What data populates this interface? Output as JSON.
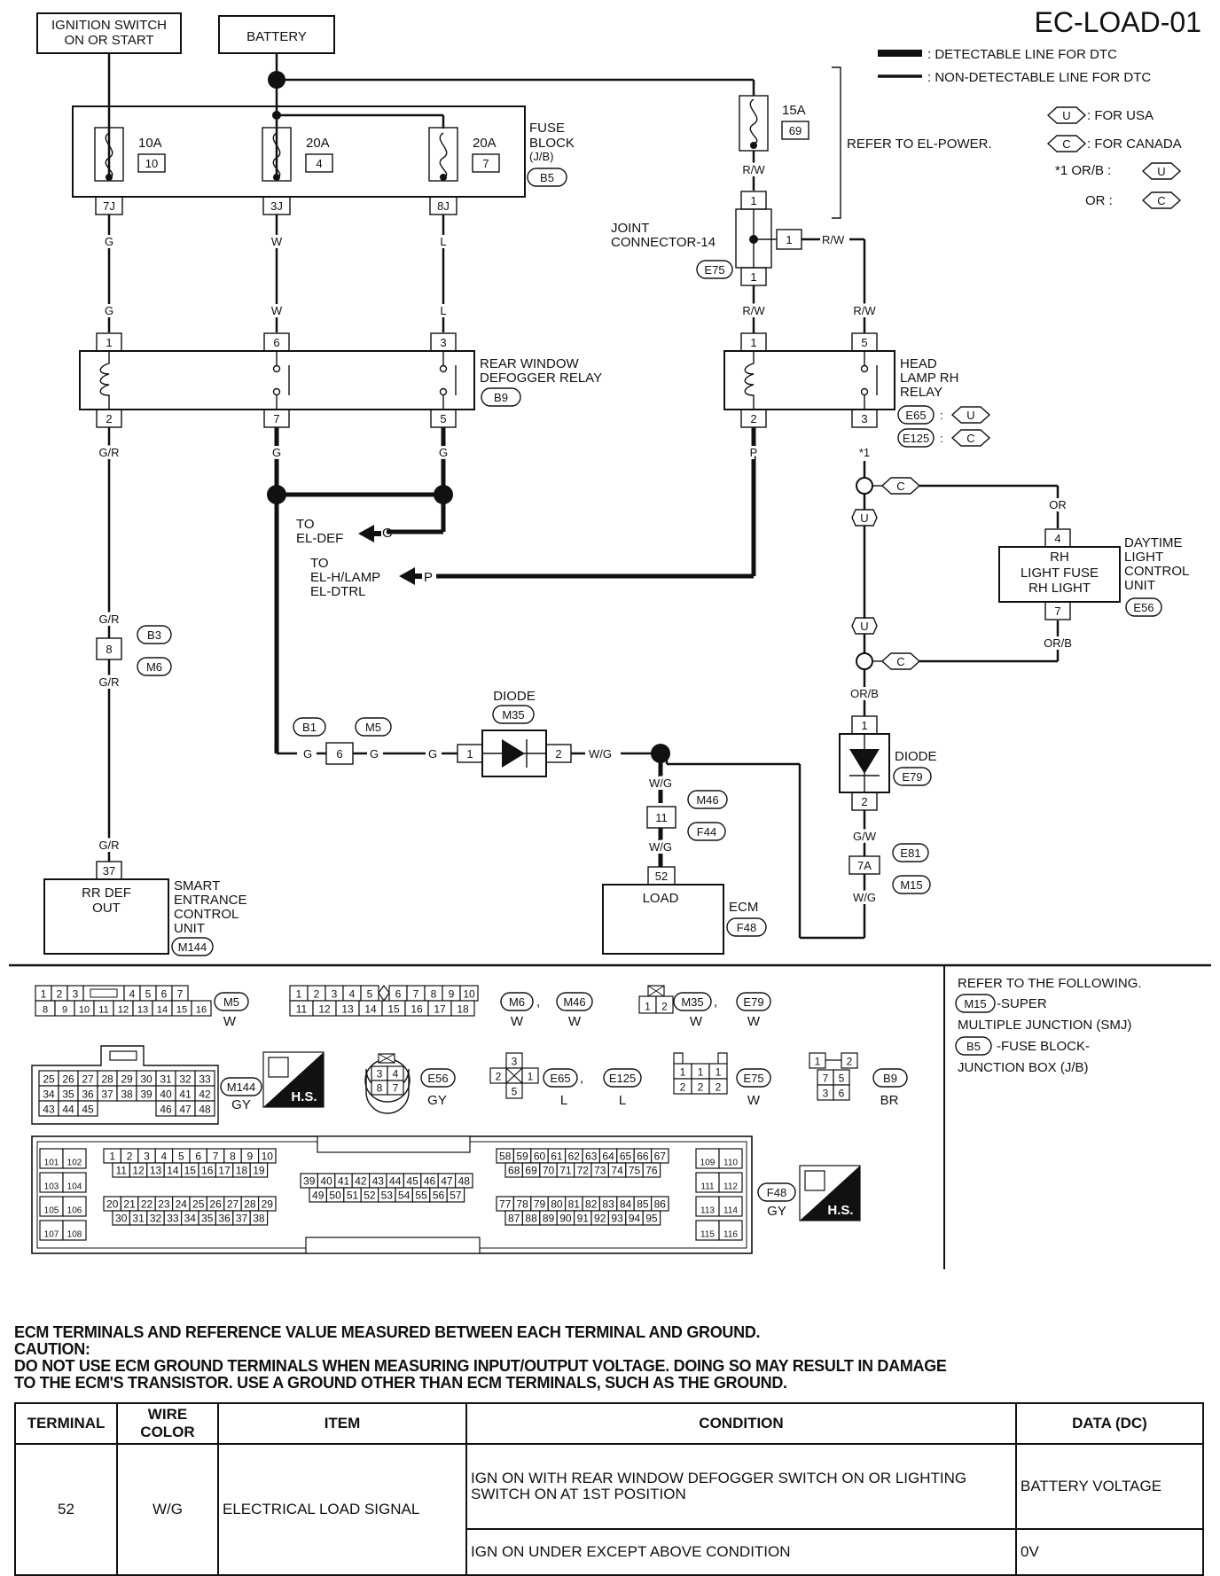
{
  "page_title": "EC-LOAD-01",
  "legend": {
    "detectable": ": DETECTABLE LINE FOR DTC",
    "non_detectable": ": NON-DETECTABLE LINE FOR DTC",
    "usa": ": FOR USA",
    "canada": ": FOR CANADA",
    "star_note": "*1  OR/B :",
    "or_label": "OR    :"
  },
  "power": {
    "ignition_switch": [
      "IGNITION SWITCH",
      "ON OR START"
    ],
    "battery": "BATTERY",
    "fuse_block": [
      "FUSE",
      "BLOCK",
      "(J/B)"
    ],
    "fuse_block_conn": "B5",
    "refer_el_power": "REFER TO EL-POWER.",
    "fuses": [
      {
        "amp": "10A",
        "num": "10",
        "term": "7J",
        "wire": "G"
      },
      {
        "amp": "20A",
        "num": "4",
        "term": "3J",
        "wire": "W"
      },
      {
        "amp": "20A",
        "num": "7",
        "term": "8J",
        "wire": "L"
      },
      {
        "amp": "15A",
        "num": "69",
        "wire": "R/W"
      }
    ]
  },
  "joint_connector": {
    "label": [
      "JOINT",
      "CONNECTOR-14"
    ],
    "conn": "E75",
    "pins": [
      "1",
      "1",
      "1"
    ],
    "wire": "R/W"
  },
  "rear_defogger_relay": {
    "label": [
      "REAR WINDOW",
      "DEFOGGER RELAY"
    ],
    "conn": "B9",
    "top_pins": [
      "1",
      "6",
      "3"
    ],
    "bottom_pins": [
      "2",
      "7",
      "5"
    ],
    "top_wires": [
      "G",
      "W",
      "L"
    ],
    "bottom_wires": [
      "G/R",
      "G",
      "G"
    ]
  },
  "headlamp_relay": {
    "label": [
      "HEAD",
      "LAMP RH",
      "RELAY"
    ],
    "conns": [
      "E65",
      "E125"
    ],
    "top_pins": [
      "1",
      "5"
    ],
    "bottom_pins": [
      "2",
      "3"
    ],
    "top_wires": [
      "R/W",
      "R/W"
    ],
    "bottom_wires": [
      "P",
      "*1"
    ]
  },
  "to_el_def": [
    "TO",
    "EL-DEF"
  ],
  "to_el_hlamp": [
    "TO",
    "EL-H/LAMP",
    "EL-DTRL"
  ],
  "arrow_wires": [
    "G",
    "P"
  ],
  "daytime_unit": {
    "inside": [
      "RH",
      "LIGHT FUSE",
      "RH LIGHT"
    ],
    "label": [
      "DAYTIME",
      "LIGHT",
      "CONTROL",
      "UNIT"
    ],
    "conn": "E56",
    "pins": [
      "4",
      "7"
    ],
    "wires": [
      "OR",
      "OR/B"
    ]
  },
  "u_mark": "U",
  "c_mark": "C",
  "b3_m6": {
    "conns": [
      "B3",
      "M6"
    ],
    "pin": "8",
    "wires": [
      "G/R",
      "G/R"
    ]
  },
  "b1_m5": {
    "conns": [
      "B1",
      "M5"
    ],
    "pin": "6",
    "wires": [
      "G",
      "G",
      "G"
    ]
  },
  "diode_m35": {
    "label": "DIODE",
    "conn": "M35",
    "pins": [
      "1",
      "2"
    ],
    "wire_out": "W/G"
  },
  "diode_e79": {
    "label": "DIODE",
    "conn": "E79",
    "pins": [
      "1",
      "2"
    ],
    "wire_in": "OR/B",
    "wire_out": "G/W"
  },
  "m46_f44": {
    "conns": [
      "M46",
      "F44"
    ],
    "pin": "11",
    "wires": [
      "W/G",
      "W/G"
    ]
  },
  "e81_m15": {
    "conns": [
      "E81",
      "M15"
    ],
    "pin": "7A",
    "wire_out": "W/G"
  },
  "smart_unit": {
    "pin": "37",
    "inside": [
      "RR DEF",
      "OUT"
    ],
    "label": [
      "SMART",
      "ENTRANCE",
      "CONTROL",
      "UNIT"
    ],
    "conn": "M144",
    "wire": "G/R"
  },
  "ecm": {
    "pin": "52",
    "inside": "LOAD",
    "label": "ECM",
    "conn": "F48"
  },
  "refer_following": [
    "REFER TO THE FOLLOWING.",
    "-SUPER",
    "MULTIPLE JUNCTION (SMJ)",
    "-FUSE BLOCK-",
    "JUNCTION BOX (J/B)"
  ],
  "refer_conns": [
    "M15",
    "B5"
  ],
  "connectors": {
    "m5": {
      "row1a": [
        "1",
        "2",
        "3"
      ],
      "row1b": [
        "4",
        "5",
        "6",
        "7"
      ],
      "row2": [
        "8",
        "9",
        "10",
        "11",
        "12",
        "13",
        "14",
        "15",
        "16"
      ],
      "id": "M5",
      "color": "W"
    },
    "m6": {
      "row1a": [
        "1",
        "2",
        "3",
        "4",
        "5"
      ],
      "row1b": [
        "6",
        "7",
        "8",
        "9",
        "10"
      ],
      "row2": [
        "11",
        "12",
        "13",
        "14",
        "15",
        "16",
        "17",
        "18"
      ],
      "ids": [
        "M6",
        "M46"
      ],
      "colors": [
        "W",
        "W"
      ]
    },
    "m35": {
      "pins": [
        "1",
        "2"
      ],
      "ids": [
        "M35",
        "E79"
      ],
      "colors": [
        "W",
        "W"
      ]
    },
    "m144": {
      "rows": [
        [
          "25",
          "26",
          "27",
          "28",
          "29",
          "30",
          "31",
          "32",
          "33"
        ],
        [
          "34",
          "35",
          "36",
          "37",
          "38",
          "39",
          "40",
          "41",
          "42"
        ],
        [
          "43",
          "44",
          "45",
          "46",
          "47",
          "48"
        ]
      ],
      "id": "M144",
      "color": "GY"
    },
    "e56": {
      "pins": [
        "3",
        "4",
        "8",
        "7"
      ],
      "id": "E56",
      "color": "GY"
    },
    "e65": {
      "pins": [
        "3",
        "2",
        "1",
        "5"
      ],
      "ids": [
        "E65",
        "E125"
      ],
      "colors": [
        "L",
        "L"
      ]
    },
    "e75": {
      "pins": [
        "1",
        "1",
        "1",
        "2",
        "2",
        "2"
      ],
      "id": "E75",
      "color": "W"
    },
    "b9": {
      "pins": [
        "1",
        "2",
        "5",
        "7",
        "3",
        "6"
      ],
      "id": "B9",
      "color": "BR"
    },
    "f48": {
      "id": "F48",
      "color": "GY",
      "left_pairs": [
        [
          "101",
          "102"
        ],
        [
          "103",
          "104"
        ],
        [
          "105",
          "106"
        ],
        [
          "107",
          "108"
        ]
      ],
      "a1": [
        "1",
        "2",
        "3",
        "4",
        "5",
        "6",
        "7",
        "8",
        "9",
        "10"
      ],
      "a2": [
        "11",
        "12",
        "13",
        "14",
        "15",
        "16",
        "17",
        "18",
        "19"
      ],
      "a3": [
        "20",
        "21",
        "22",
        "23",
        "24",
        "25",
        "26",
        "27",
        "28",
        "29"
      ],
      "a4": [
        "30",
        "31",
        "32",
        "33",
        "34",
        "35",
        "36",
        "37",
        "38"
      ],
      "b1": [
        "39",
        "40",
        "41",
        "42",
        "43",
        "44",
        "45",
        "46",
        "47",
        "48"
      ],
      "b2": [
        "49",
        "50",
        "51",
        "52",
        "53",
        "54",
        "55",
        "56",
        "57"
      ],
      "c1": [
        "58",
        "59",
        "60",
        "61",
        "62",
        "63",
        "64",
        "65",
        "66",
        "67"
      ],
      "c2": [
        "68",
        "69",
        "70",
        "71",
        "72",
        "73",
        "74",
        "75",
        "76"
      ],
      "c3": [
        "77",
        "78",
        "79",
        "80",
        "81",
        "82",
        "83",
        "84",
        "85",
        "86"
      ],
      "c4": [
        "87",
        "88",
        "89",
        "90",
        "91",
        "92",
        "93",
        "94",
        "95"
      ],
      "right_pairs": [
        [
          "109",
          "110"
        ],
        [
          "111",
          "112"
        ],
        [
          "113",
          "114"
        ],
        [
          "115",
          "116"
        ]
      ]
    },
    "hs": "H.S."
  },
  "notes": [
    "ECM TERMINALS AND REFERENCE VALUE MEASURED BETWEEN EACH TERMINAL AND GROUND.",
    "CAUTION:",
    "DO NOT USE ECM GROUND TERMINALS WHEN MEASURING INPUT/OUTPUT VOLTAGE. DOING SO MAY RESULT IN  DAMAGE",
    "TO THE  ECM'S TRANSISTOR. USE A GROUND OTHER THAN ECM TERMINALS, SUCH AS THE GROUND."
  ],
  "table": {
    "headers": [
      "TERMINAL",
      "WIRE COLOR",
      "ITEM",
      "CONDITION",
      "DATA (DC)"
    ],
    "terminal": "52",
    "wire": "W/G",
    "item": "ELECTRICAL LOAD SIGNAL",
    "rows": [
      {
        "condition": "IGN ON WITH REAR WINDOW DEFOGGER SWITCH ON OR LIGHTING SWITCH ON AT 1ST POSITION",
        "data": "BATTERY VOLTAGE"
      },
      {
        "condition": "IGN ON UNDER EXCEPT ABOVE CONDITION",
        "data": "0V"
      }
    ]
  }
}
